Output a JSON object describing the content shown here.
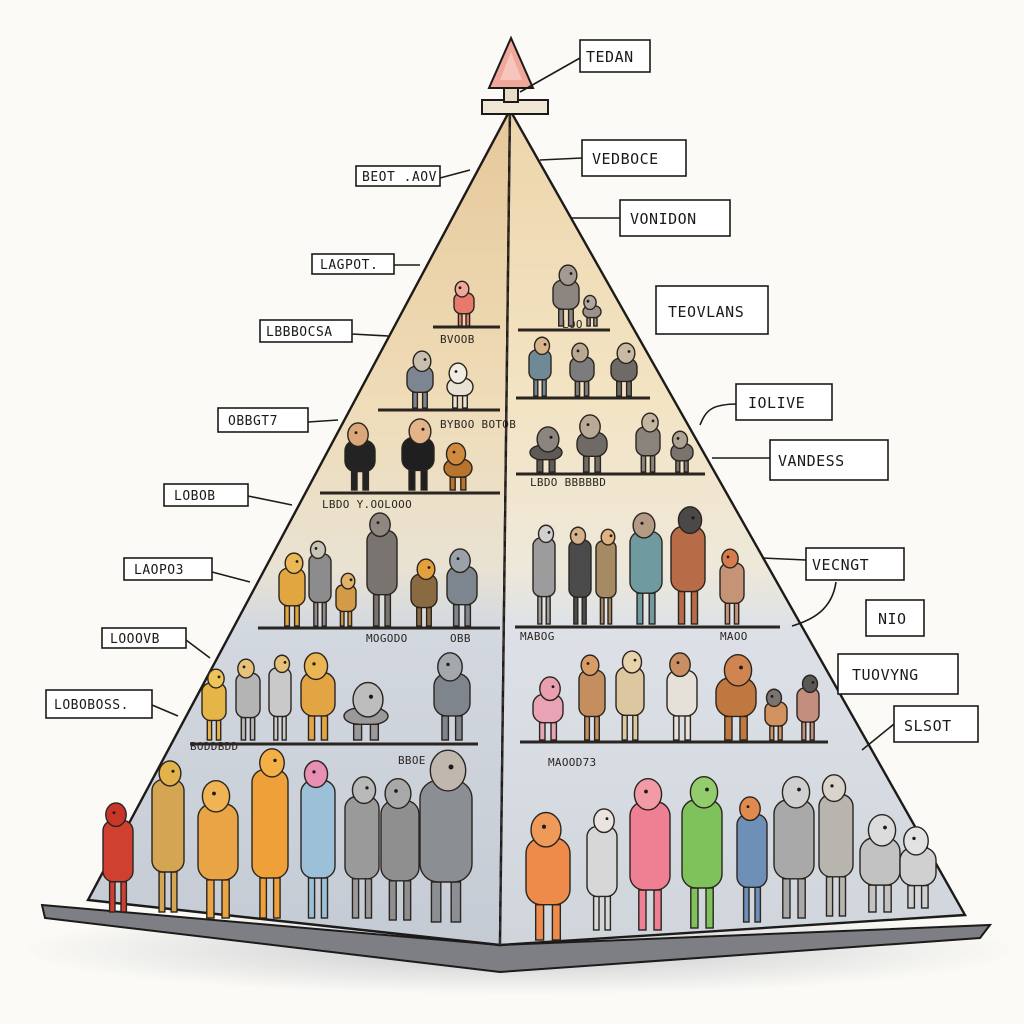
{
  "labels_left": [
    {
      "id": "left-1",
      "text": "BEOT .AOV"
    },
    {
      "id": "left-2",
      "text": "LAGPOT."
    },
    {
      "id": "left-3",
      "text": "LBBBOCSA"
    },
    {
      "id": "left-4",
      "text": "OBBGT7"
    },
    {
      "id": "left-5",
      "text": "LOBOB"
    },
    {
      "id": "left-6",
      "text": "LAOPO3"
    },
    {
      "id": "left-7",
      "text": "LOOOVB"
    },
    {
      "id": "left-8",
      "text": "LOBOBOSS."
    }
  ],
  "labels_right": [
    {
      "id": "right-1",
      "text": "TEDAN"
    },
    {
      "id": "right-2",
      "text": "VEDBOCE"
    },
    {
      "id": "right-3",
      "text": "VONIDON"
    },
    {
      "id": "right-4",
      "text": "TEOVLANS"
    },
    {
      "id": "right-5",
      "text": "IOLIVE"
    },
    {
      "id": "right-6",
      "text": "VANDESS"
    },
    {
      "id": "right-7",
      "text": "VECNGT"
    },
    {
      "id": "right-8",
      "text": "NIO"
    },
    {
      "id": "right-9",
      "text": "TUOVYNG"
    },
    {
      "id": "right-10",
      "text": "SLSOT"
    }
  ],
  "shelf_labels": [
    {
      "id": "tier3-left-caption",
      "text": "BVOOB"
    },
    {
      "id": "tier3-right-caption",
      "text": "LOO"
    },
    {
      "id": "tier4-left-caption",
      "text": "LBDO Y.OOLOOO"
    },
    {
      "id": "tier4-right-caption",
      "text": "LBDO BBBBBD"
    },
    {
      "id": "tier5-left-caption",
      "text": "BYBOO BOTOB"
    },
    {
      "id": "tier6-left-caption",
      "text": "MOGODO"
    },
    {
      "id": "tier6-mid-caption",
      "text": "OBB"
    },
    {
      "id": "tier6-right-caption",
      "text": "MAOO"
    },
    {
      "id": "tier6-right2-caption",
      "text": "MABOG"
    },
    {
      "id": "tier7-left-caption",
      "text": "BODDBDD"
    },
    {
      "id": "tier7-mid-caption",
      "text": "BBOE"
    },
    {
      "id": "tier7-right-caption",
      "text": "MAOOD73"
    }
  ],
  "colors": {
    "pyramid_top": "#e9cc9c",
    "pyramid_mid": "#efe0c0",
    "pyramid_lower": "#d6dbe2",
    "pyramid_base": "#c9ced6",
    "apex_arrow": "#f0a89a",
    "ink": "#1d1b19"
  }
}
